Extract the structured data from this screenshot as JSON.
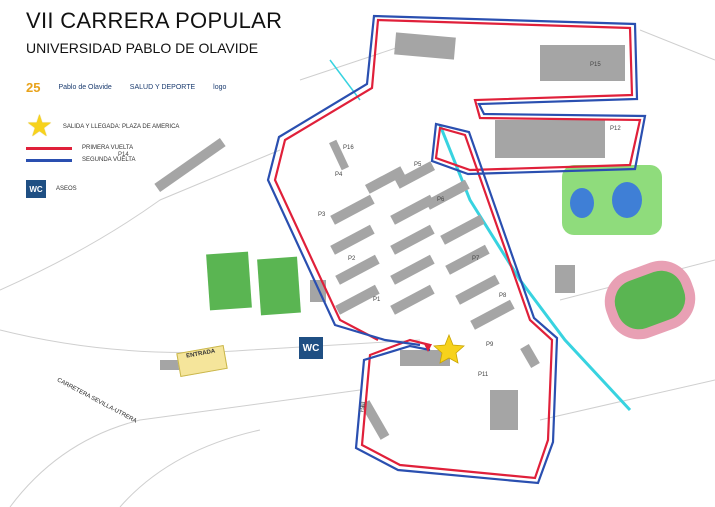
{
  "title": "VII CARRERA POPULAR",
  "subtitle": "UNIVERSIDAD PABLO DE OLAVIDE",
  "logos": [
    "25",
    "Pablo de Olavide",
    "SALUD Y DEPORTE",
    "logo"
  ],
  "legend": {
    "start_finish": "SALIDA Y LLEGADA: PLAZA DE AMERICA",
    "first_lap": "PRIMERA VUELTA",
    "second_lap": "SEGUNDA VUELTA",
    "wc_icon": "WC",
    "wc_label": "ASEOS"
  },
  "map_labels": {
    "p14": "P14",
    "p15": "P15",
    "p12": "P12",
    "p16": "P16",
    "p4": "P4",
    "p5": "P5",
    "p3": "P3",
    "p6": "P6",
    "p2": "P2",
    "p7": "P7",
    "p1": "P1",
    "p8": "P8",
    "p9": "P9",
    "p11": "P11",
    "p13": "P13"
  },
  "wc_marker": "WC",
  "entrada": "ENTRADA",
  "road": "CARRETERA SEVILLA-UTRERA",
  "colors": {
    "first_lap": "#e0203a",
    "second_lap": "#2a4fb0",
    "star": "#f7d21c",
    "wc": "#1f4f83",
    "green": "#5ab552"
  }
}
